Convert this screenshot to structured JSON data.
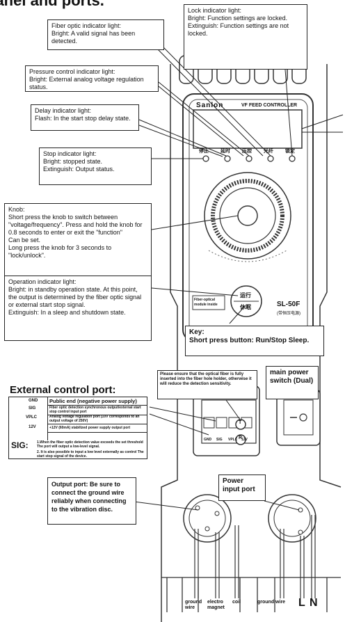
{
  "title_fragment": "panel and ports.",
  "device": {
    "brand": "Sanlon",
    "name": "VF FEED CONTROLLER",
    "model": "SL-50F",
    "model_sub": "(带恒压电源)",
    "module_label": "Fiber-optical module inside",
    "indicators": [
      "停止",
      "延时",
      "压控",
      "光纤",
      "锁定"
    ],
    "button_top": "运行",
    "button_bottom": "休眠"
  },
  "callouts": {
    "fiber": [
      "Fiber optic indicator light:",
      "Bright: A valid signal has been detected."
    ],
    "lock": [
      "Lock indicator light:",
      "Bright: Function settings are locked.",
      "Extinguish: Function settings are not locked."
    ],
    "pressure": [
      "Pressure control indicator light:",
      "Bright: External analog voltage regulation status."
    ],
    "delay": [
      "Delay indicator light:",
      "Flash: In the start stop delay state."
    ],
    "stop": [
      "Stop indicator light:",
      "Bright: stopped state.",
      "Extinguish: Output status."
    ],
    "knob": [
      "Knob:",
      "Short press the knob to switch between \"voltage/frequency\". Press and hold the knob for 0.8 seconds to enter or exit the \"function\"",
      "Can be set.",
      "Long press the knob for 3 seconds to \"lock/unlock\"."
    ],
    "operation": [
      "Operation indicator light:",
      "Bright: in standby operation state. At this point, the output is determined by the fiber optic signal or external start stop signal.",
      "Extinguish: In a sleep and shutdown state."
    ],
    "key": [
      "Key:",
      "Short press button: Run/Stop Sleep."
    ],
    "fiber_note": "Please ensure that the optical fiber is fully inserted into the fiber hole holder, otherwise it will reduce the detection sensitivity.",
    "main_power": "main power switch (Dual)",
    "power_input": "Power input port",
    "output_port": "Output port: Be sure to connect the ground wire reliably when connecting to the vibration disc."
  },
  "external": {
    "title": "External control port:",
    "rows": [
      {
        "pin": "GND",
        "desc": "Public end (negative power supply)"
      },
      {
        "pin": "SIG",
        "desc": "Fiber optic detection synchronous output/external start stop control input port"
      },
      {
        "pin": "VPLC",
        "desc": "Analog voltage regulation port (10V corresponds to an output voltage of 250V)"
      },
      {
        "pin": "12V",
        "desc": "+12V (60mA) stabilized power supply output port"
      }
    ],
    "sig_label": "SIG:",
    "sig_notes": [
      "1.When the fiber optic detection value exceeds the set threshold The port will output a low-level signal.",
      "2. It is also possible to input a low level externally as control The start stop signal of the device."
    ],
    "terminal_labels": [
      "GND",
      "SIG",
      "VPLC",
      "12V"
    ],
    "port_letters": [
      "T",
      "R"
    ]
  },
  "wires": {
    "ground_wire_left": "ground wire",
    "electromagnet": "electro magnet",
    "coil": "coil",
    "ground_wire_right": "ground wire",
    "L": "L",
    "N": "N"
  }
}
